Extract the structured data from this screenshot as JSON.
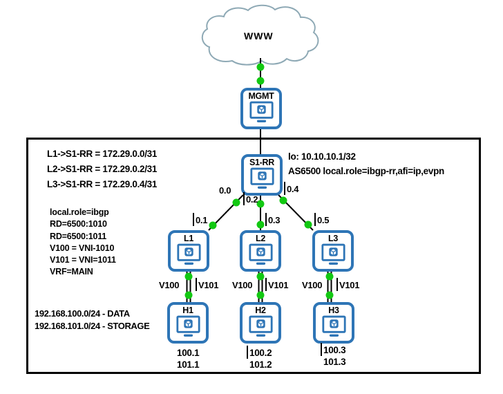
{
  "cloud": {
    "label": "WWW"
  },
  "nodes": [
    {
      "id": "mgmt",
      "label": "MGMT"
    },
    {
      "id": "s1-rr",
      "label": "S1-RR"
    },
    {
      "id": "l1",
      "label": "L1"
    },
    {
      "id": "l2",
      "label": "L2"
    },
    {
      "id": "l3",
      "label": "L3"
    },
    {
      "id": "h1",
      "label": "H1"
    },
    {
      "id": "h2",
      "label": "H2"
    },
    {
      "id": "h3",
      "label": "H3"
    }
  ],
  "ports": {
    "s1rr_to_l1": "0.0",
    "l1_uplink": "0.1",
    "s1rr_to_l2": "0.2",
    "l2_uplink": "0.3",
    "s1rr_to_l3": "0.4",
    "l3_uplink": "0.5"
  },
  "vlan_links": [
    {
      "left": "V100",
      "right": "V101"
    },
    {
      "left": "V100",
      "right": "V101"
    },
    {
      "left": "V100",
      "right": "V101"
    }
  ],
  "host_ips": [
    {
      "data": "100.1",
      "storage": "101.1"
    },
    {
      "data": "100.2",
      "storage": "101.2"
    },
    {
      "data": "100.3",
      "storage": "101.3"
    }
  ],
  "annotations": {
    "uplink_subnets": [
      "L1->S1-RR = 172.29.0.0/31",
      "L2->S1-RR = 172.29.0.2/31",
      "L3->S1-RR = 172.29.0.4/31"
    ],
    "rr_info": [
      "lo: 10.10.10.1/32",
      "AS6500 local.role=ibgp-rr,afi=ip,evpn"
    ],
    "leaf_config": [
      "local.role=ibgp",
      "RD=6500:1010",
      "RD=6500:1011",
      "V100 = VNI-1010",
      "V101 = VNI=1011",
      "VRF=MAIN"
    ],
    "host_subnets": [
      "192.168.100.0/24 - DATA",
      "192.168.101.0/24 - STORAGE"
    ]
  },
  "colors": {
    "node_border": "#2E75B6",
    "endpoint_dot": "#12C812",
    "cloud_outline": "#8EA9B5",
    "link": "#000000",
    "boundary": "#000000"
  }
}
